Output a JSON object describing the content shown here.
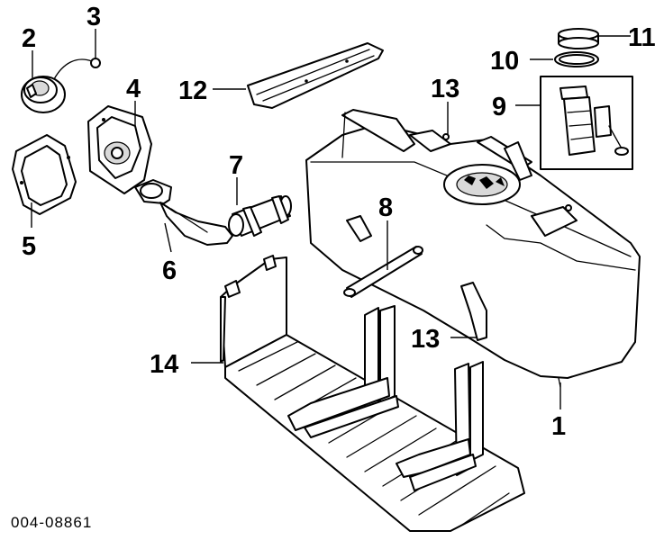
{
  "callouts": {
    "c1": "1",
    "c2": "2",
    "c3": "3",
    "c4": "4",
    "c5": "5",
    "c6": "6",
    "c7": "7",
    "c8": "8",
    "c9": "9",
    "c10": "10",
    "c11": "11",
    "c12": "12",
    "c13a": "13",
    "c13b": "13",
    "c14": "14"
  },
  "reference_code": "004-08861"
}
